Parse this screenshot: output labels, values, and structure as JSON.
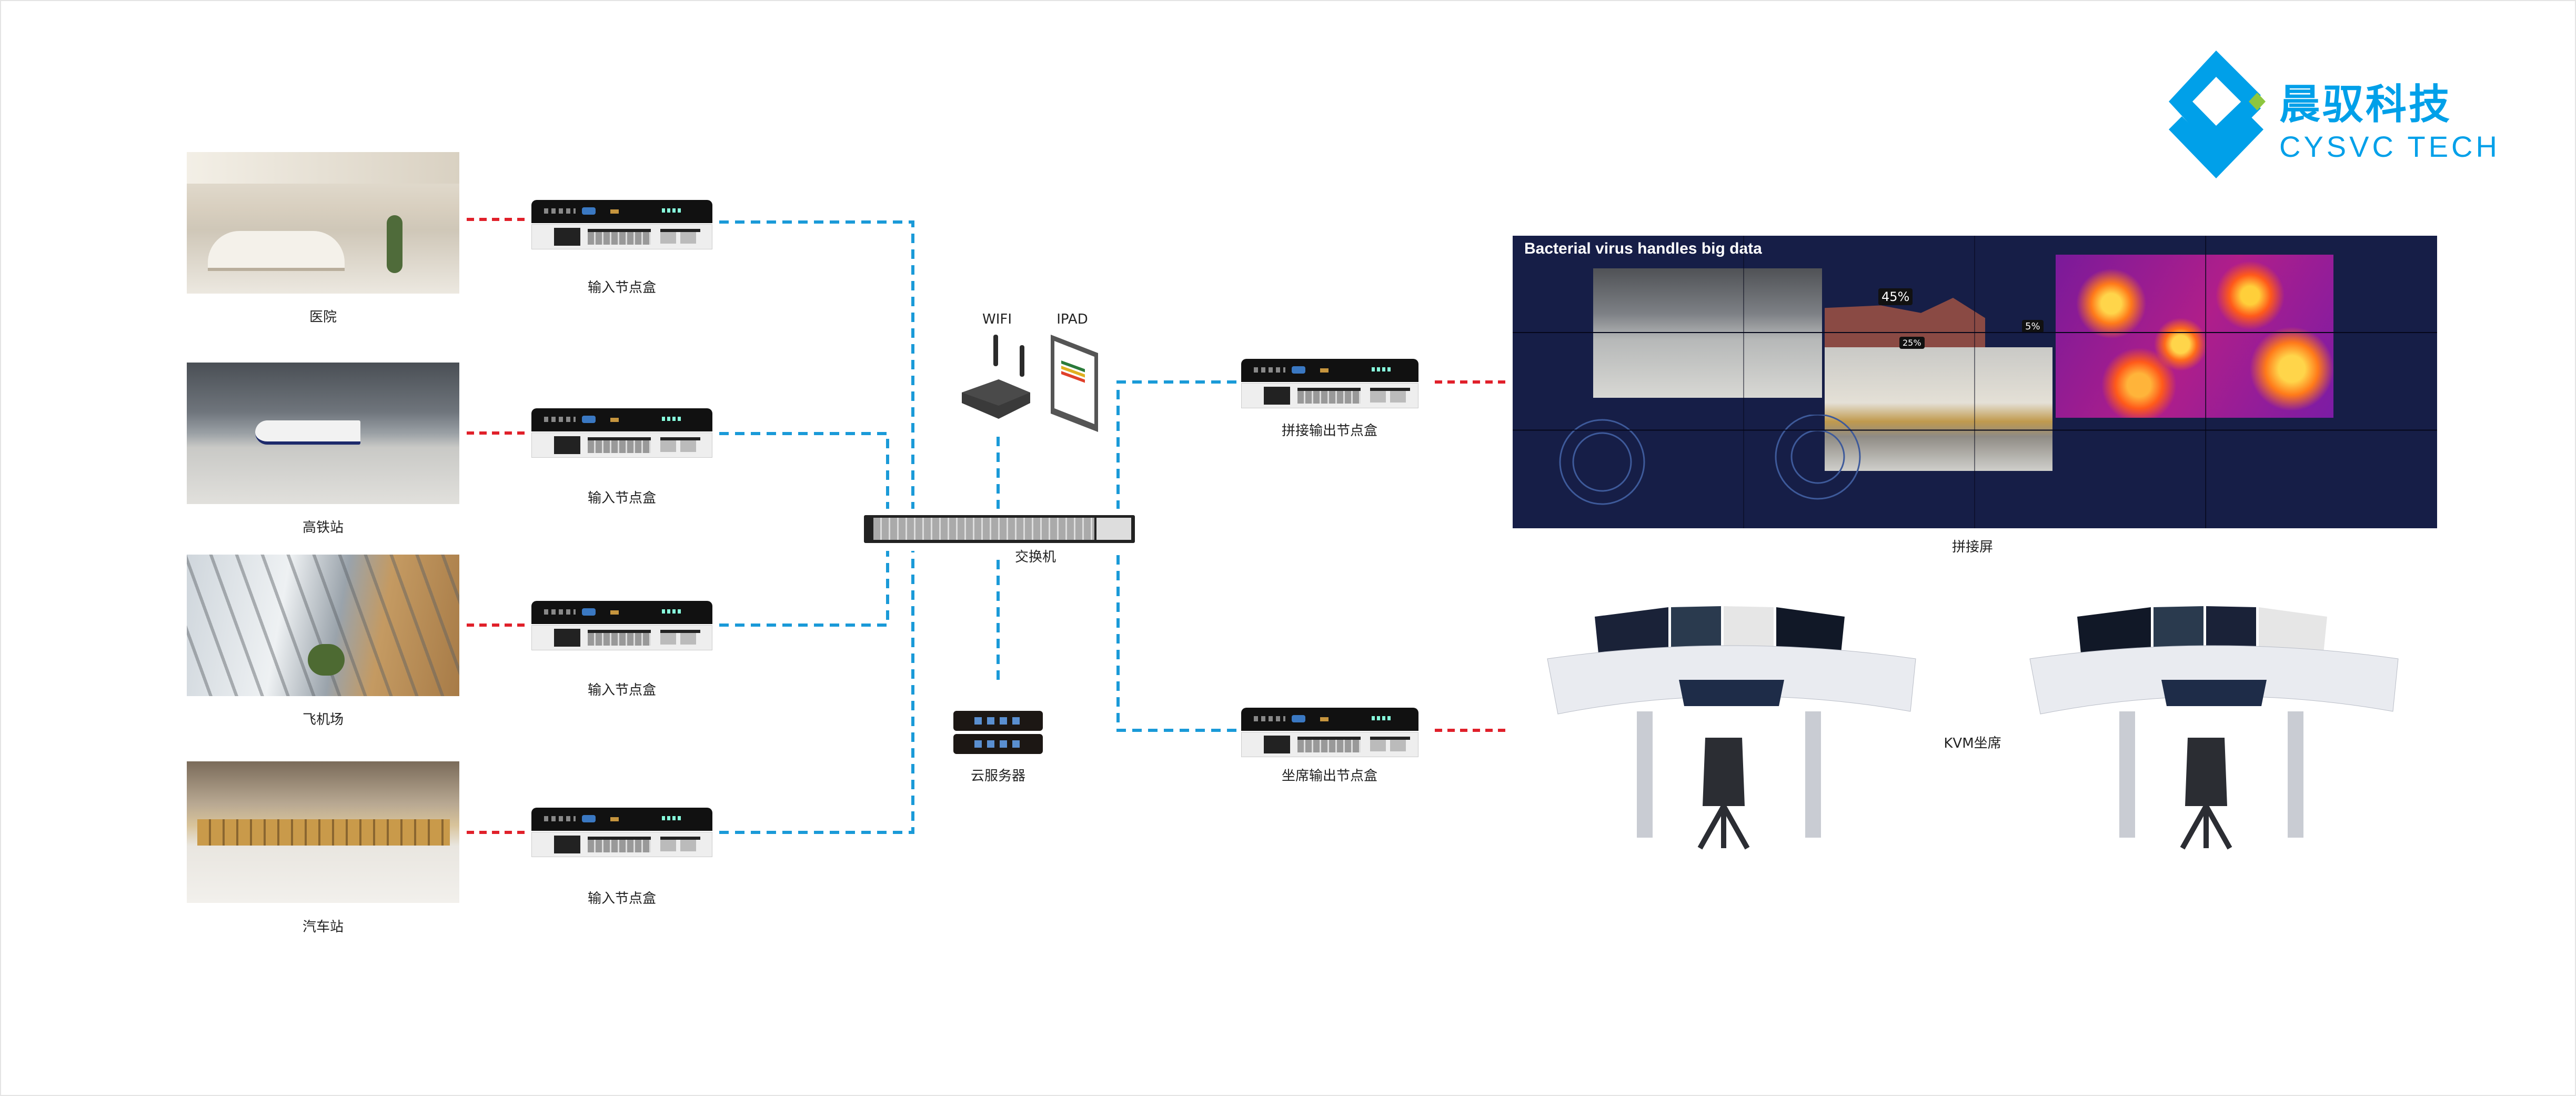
{
  "logo": {
    "cn": "晨驭科技",
    "en": "CYSVC TECH",
    "primary_color": "#00a0e9",
    "accent_color": "#8dc63f"
  },
  "sources": [
    {
      "label": "医院",
      "node_label": "输入节点盒"
    },
    {
      "label": "高铁站",
      "node_label": "输入节点盒"
    },
    {
      "label": "飞机场",
      "node_label": "输入节点盒"
    },
    {
      "label": "汽车站",
      "node_label": "输入节点盒"
    }
  ],
  "center": {
    "wifi_label": "WIFI",
    "ipad_label": "IPAD",
    "switch_label": "交换机",
    "server_label": "云服务器"
  },
  "outputs": {
    "wall_node_label": "拼接输出节点盒",
    "seat_node_label": "坐席输出节点盒"
  },
  "video_wall": {
    "label": "拼接屏",
    "title": "Bacterial virus handles big data",
    "pct_1": "45%",
    "pct_2": "25%",
    "pct_3": "5%"
  },
  "kvm": {
    "label": "KVM坐席"
  },
  "colors": {
    "link_blue": "#1a9ad8",
    "link_red": "#e0202a",
    "wall_bg": "#161e47"
  }
}
